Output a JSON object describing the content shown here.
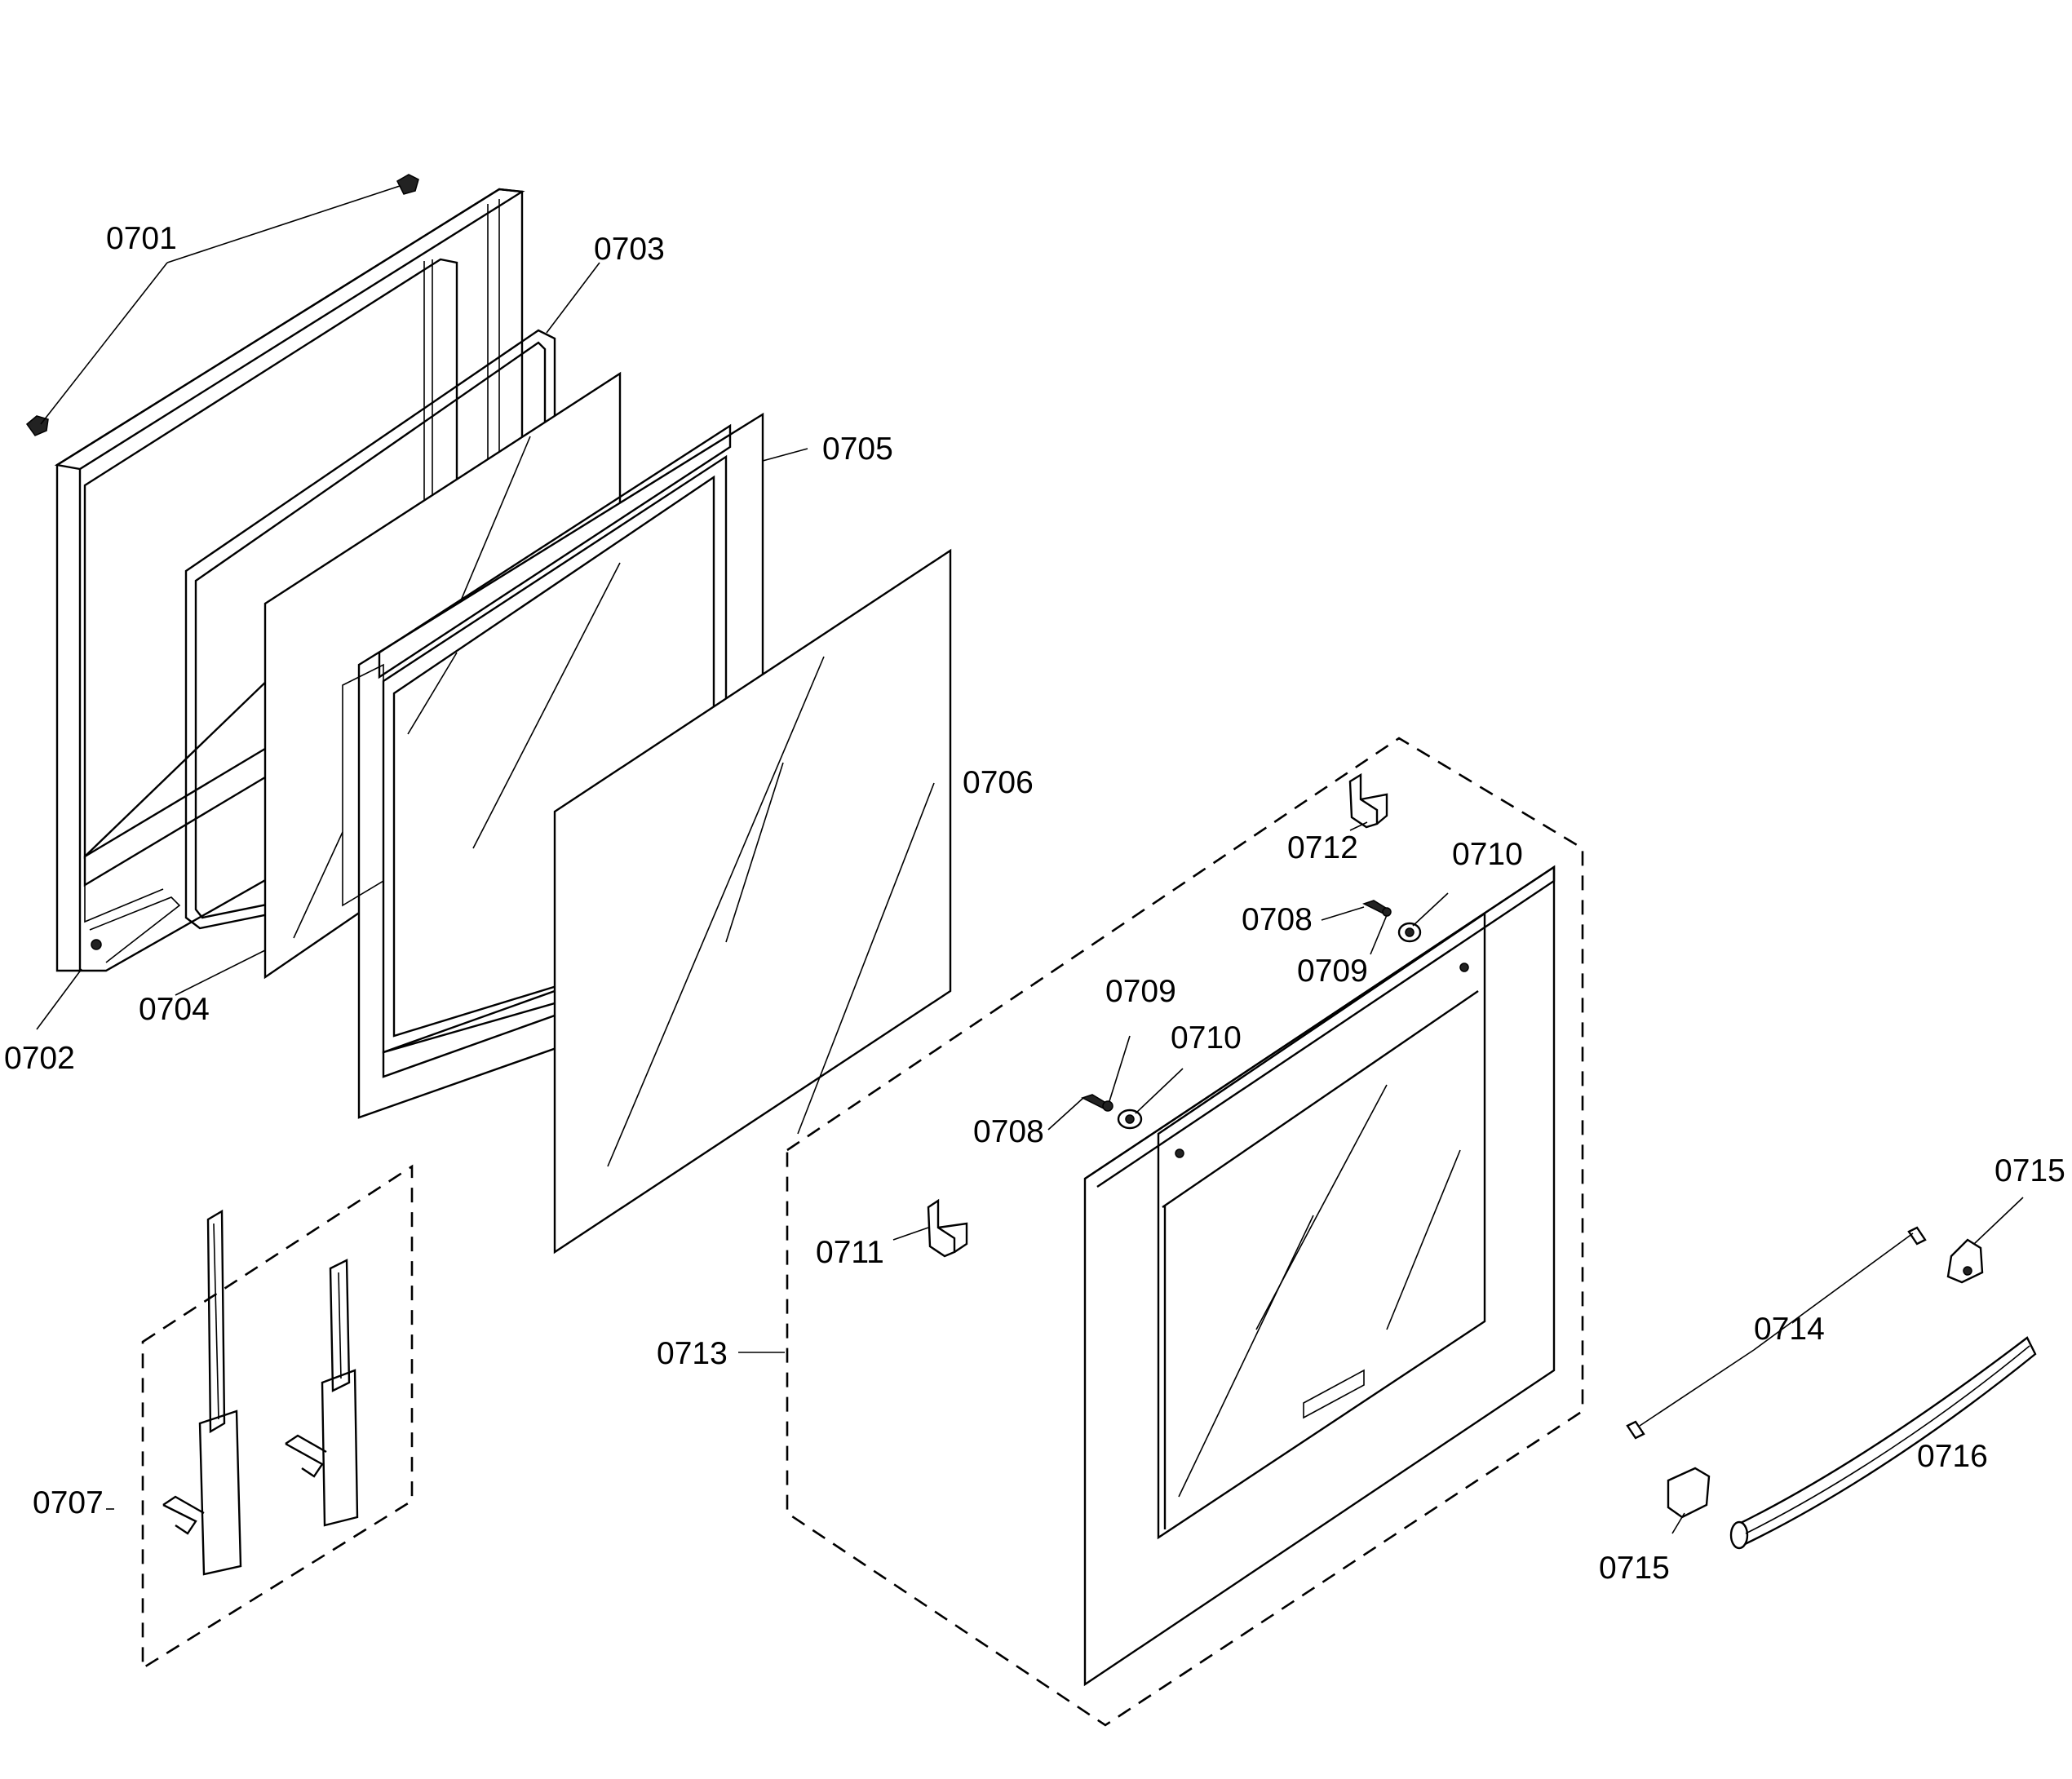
{
  "diagram": {
    "labels": {
      "p0701": "0701",
      "p0702": "0702",
      "p0703": "0703",
      "p0704": "0704",
      "p0705": "0705",
      "p0706": "0706",
      "p0707": "0707",
      "p0708a": "0708",
      "p0708b": "0708",
      "p0709a": "0709",
      "p0709b": "0709",
      "p0710a": "0710",
      "p0710b": "0710",
      "p0711": "0711",
      "p0712": "0712",
      "p0713": "0713",
      "p0714": "0714",
      "p0715a": "0715",
      "p0715b": "0715",
      "p0716": "0716"
    }
  }
}
